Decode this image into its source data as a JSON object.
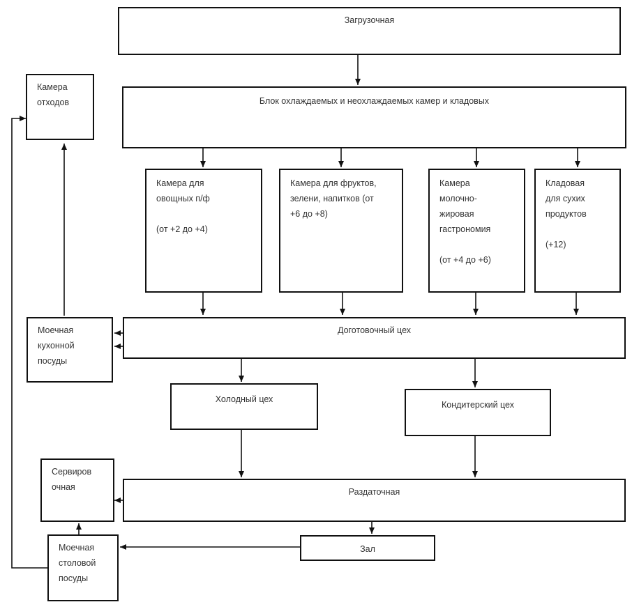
{
  "nodes": {
    "zagruzochnaya": "Загрузочная",
    "blok": "Блок охлаждаемых  и неохлаждаемых  камер и кладовых",
    "kamera_ovosh": "Камера для\nовощных  п/ф\n\n(от +2 до +4)",
    "kamera_frukt": "Камера для фруктов,\nзелени, напитков   (от\n+6 до +8)",
    "kamera_moloch": "Камера\nмолочно-\nжировая\nгастрономия\n\n(от +4 до +6)",
    "kladovaya": "Кладовая\nдля сухих\nпродуктов\n\n(+12)",
    "kamera_othodov": "Камера\nотходов",
    "dogotovochny": "Доготовочный  цех",
    "moechnaya_kuh": "Моечная\nкухонной\nпосуды",
    "holodny": "Холодный цех",
    "konditersky": "Кондитерский  цех",
    "servirovochnaya": "Сервиров\nочная",
    "razdatochnaya": "Раздаточная",
    "zal": "Зал",
    "moechnaya_stol": "Моечная\nстоловой\nпосуды"
  }
}
